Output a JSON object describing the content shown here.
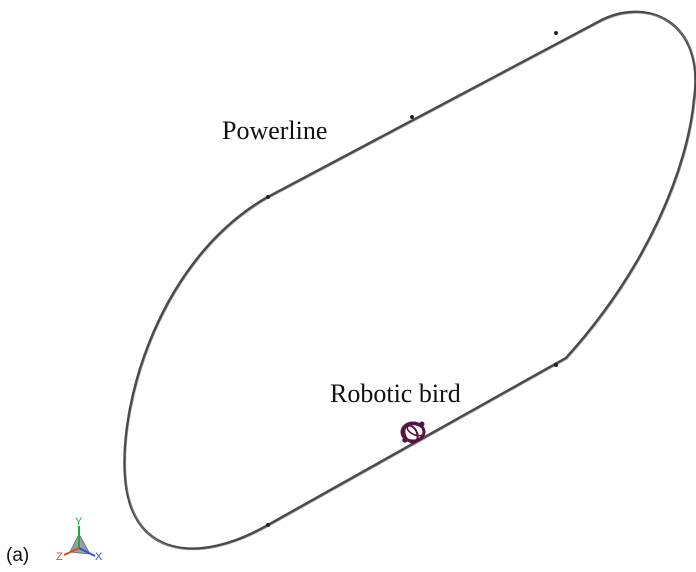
{
  "panel_label": "(a)",
  "labels": {
    "powerline": "Powerline",
    "robotic_bird": "Robotic bird"
  },
  "axis_triad": {
    "x": "X",
    "y": "Y",
    "z": "Z"
  },
  "colors": {
    "powerline": "#4a4a4a",
    "bird": "#5a1040",
    "axis_x": "#2a55d6",
    "axis_y": "#22a84a",
    "axis_z": "#d64a2a"
  }
}
